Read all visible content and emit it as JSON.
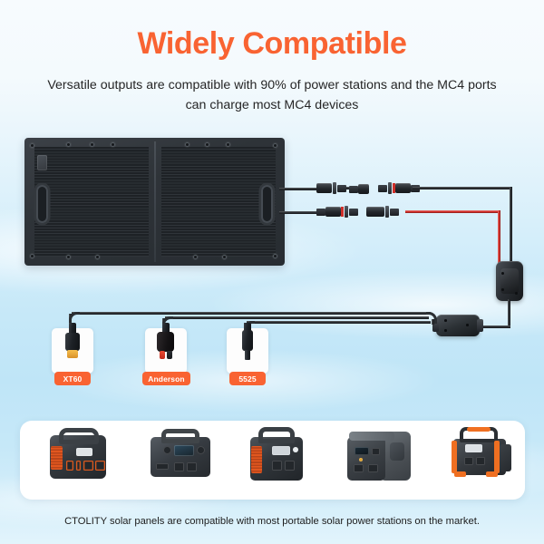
{
  "headline": "Widely Compatible",
  "subhead": {
    "line1": "Versatile outputs are compatible with 90% of power stations and the MC4 ports",
    "line2": "can charge most MC4 devices"
  },
  "footer": "CTOLITY solar panels are compatible with most portable solar power stations on the market.",
  "colors": {
    "accent_orange": "#f96332",
    "label_orange": "#f96332",
    "wire_black": "#2b2f33",
    "wire_red": "#d3322c",
    "panel_dark": "#23272b",
    "background_blue": "#c6e8f8",
    "card_white": "#ffffff"
  },
  "diagram": {
    "solar_panel": {
      "name": "foldable-solar-panel",
      "folds": 2,
      "grommet_count": 12,
      "handles": 2,
      "junction_box": true
    },
    "mc4_connectors": [
      {
        "id": "mc4-top-left",
        "type": "mc4-male",
        "wire": "black"
      },
      {
        "id": "mc4-top-right",
        "type": "mc4-female",
        "wire": "black"
      },
      {
        "id": "mc4-bottom-left",
        "type": "mc4-female",
        "wire": "black"
      },
      {
        "id": "mc4-bottom-right",
        "type": "mc4-male",
        "wire": "red"
      }
    ],
    "big_connector": {
      "name": "dc-input-connector"
    },
    "splitter": {
      "name": "cable-splitter-hub"
    },
    "output_connectors": [
      {
        "id": "xt60",
        "label": "XT60",
        "tip_color": "#f2b33a",
        "body_color": "#16191c"
      },
      {
        "id": "anderson",
        "label": "Anderson",
        "tip_color": "#e23b28",
        "body_color": "#151315"
      },
      {
        "id": "5525",
        "label": "5525",
        "tip_color": "#2d3136",
        "body_color": "#1b1f23"
      }
    ]
  },
  "devices": [
    {
      "id": "power-station-1",
      "style": "orange-side-vent-compact"
    },
    {
      "id": "power-station-2",
      "style": "grey-display-front"
    },
    {
      "id": "power-station-3",
      "style": "orange-vent-tall"
    },
    {
      "id": "power-station-4",
      "style": "large-grey-two-tone"
    },
    {
      "id": "power-station-5",
      "style": "orange-frame-rugged"
    }
  ]
}
